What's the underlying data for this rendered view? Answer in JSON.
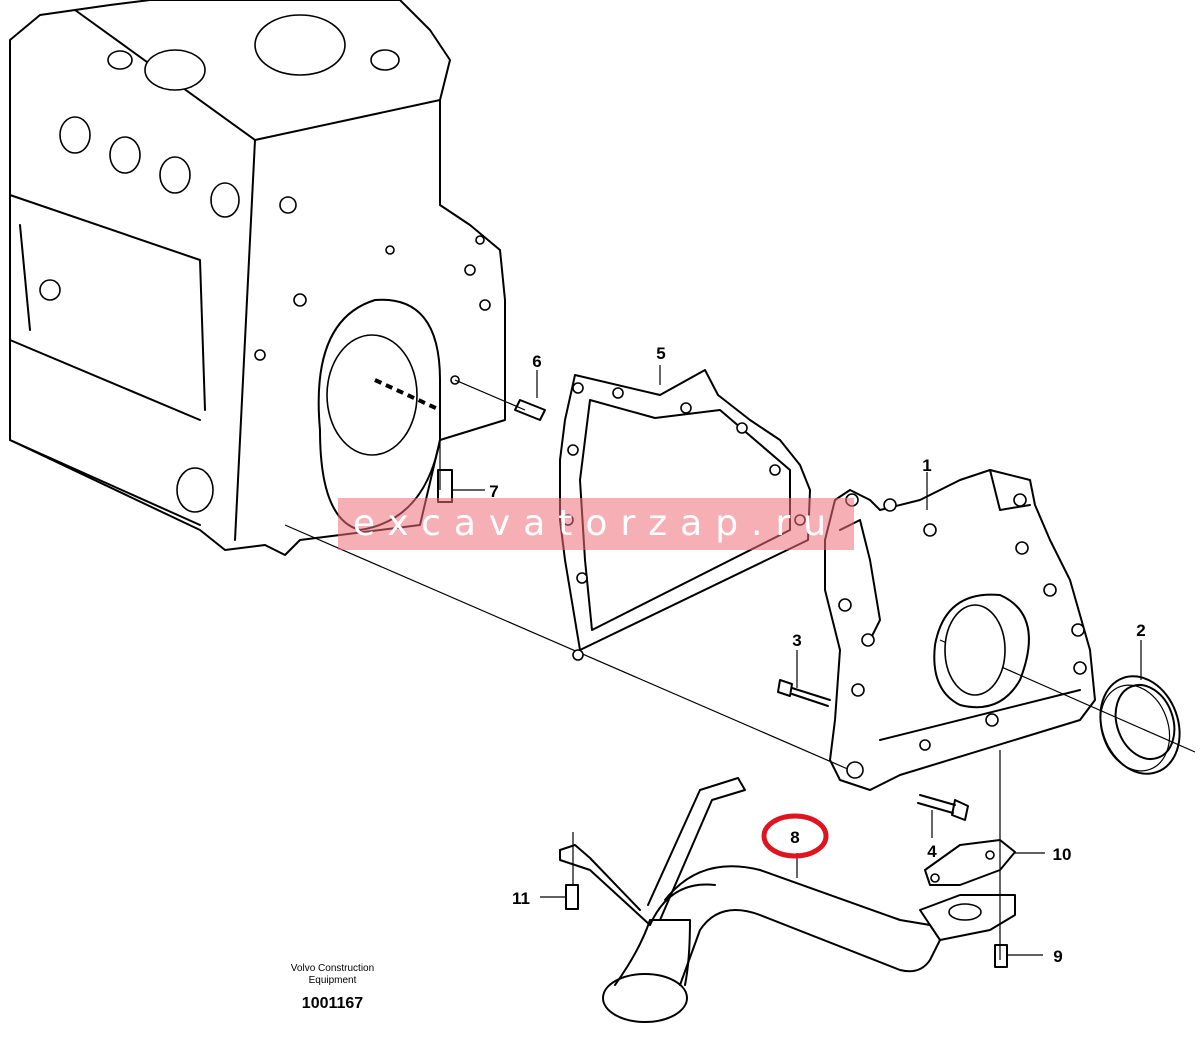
{
  "callouts": [
    {
      "label": "1"
    },
    {
      "label": "2"
    },
    {
      "label": "3"
    },
    {
      "label": "4"
    },
    {
      "label": "5"
    },
    {
      "label": "6"
    },
    {
      "label": "7"
    },
    {
      "label": "8"
    },
    {
      "label": "9"
    },
    {
      "label": "10"
    },
    {
      "label": "11"
    }
  ],
  "highlight": {
    "callout": "8",
    "color": "#e0141e"
  },
  "watermark": {
    "text": "excavatorzap.ru",
    "color": "#ee6e78"
  },
  "caption": {
    "line1": "Volvo Construction",
    "line2": "Equipment",
    "drawing_number": "1001167"
  }
}
